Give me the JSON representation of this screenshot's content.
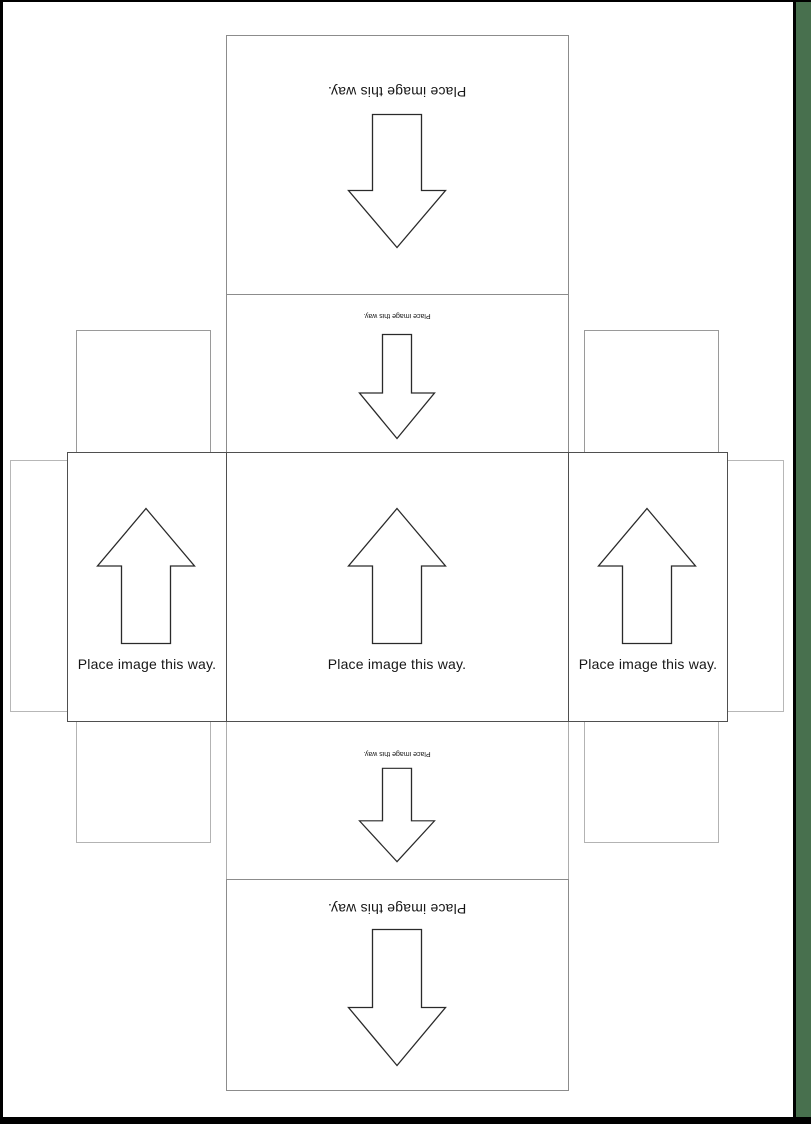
{
  "document": {
    "kind": "box template page",
    "colors": {
      "backdrop": "#000000",
      "page": "#ffffff",
      "accent_strip": "#48704e"
    }
  },
  "panels": {
    "top": {
      "label": "Place image this way.",
      "arrow_direction": "down",
      "text_orientation": "inverted"
    },
    "upper_flap": {
      "label": "Place image this way.",
      "arrow_direction": "down",
      "text_orientation": "inverted"
    },
    "middle_left": {
      "label": "Place image this way.",
      "arrow_direction": "up",
      "text_orientation": "upright"
    },
    "center": {
      "label": "Place image this way.",
      "arrow_direction": "up",
      "text_orientation": "upright"
    },
    "middle_right": {
      "label": "Place image this way.",
      "arrow_direction": "up",
      "text_orientation": "upright"
    },
    "lower_flap": {
      "label": "Place image this way.",
      "arrow_direction": "down",
      "text_orientation": "inverted"
    },
    "bottom": {
      "label": "Place image this way.",
      "arrow_direction": "down",
      "text_orientation": "inverted"
    }
  }
}
